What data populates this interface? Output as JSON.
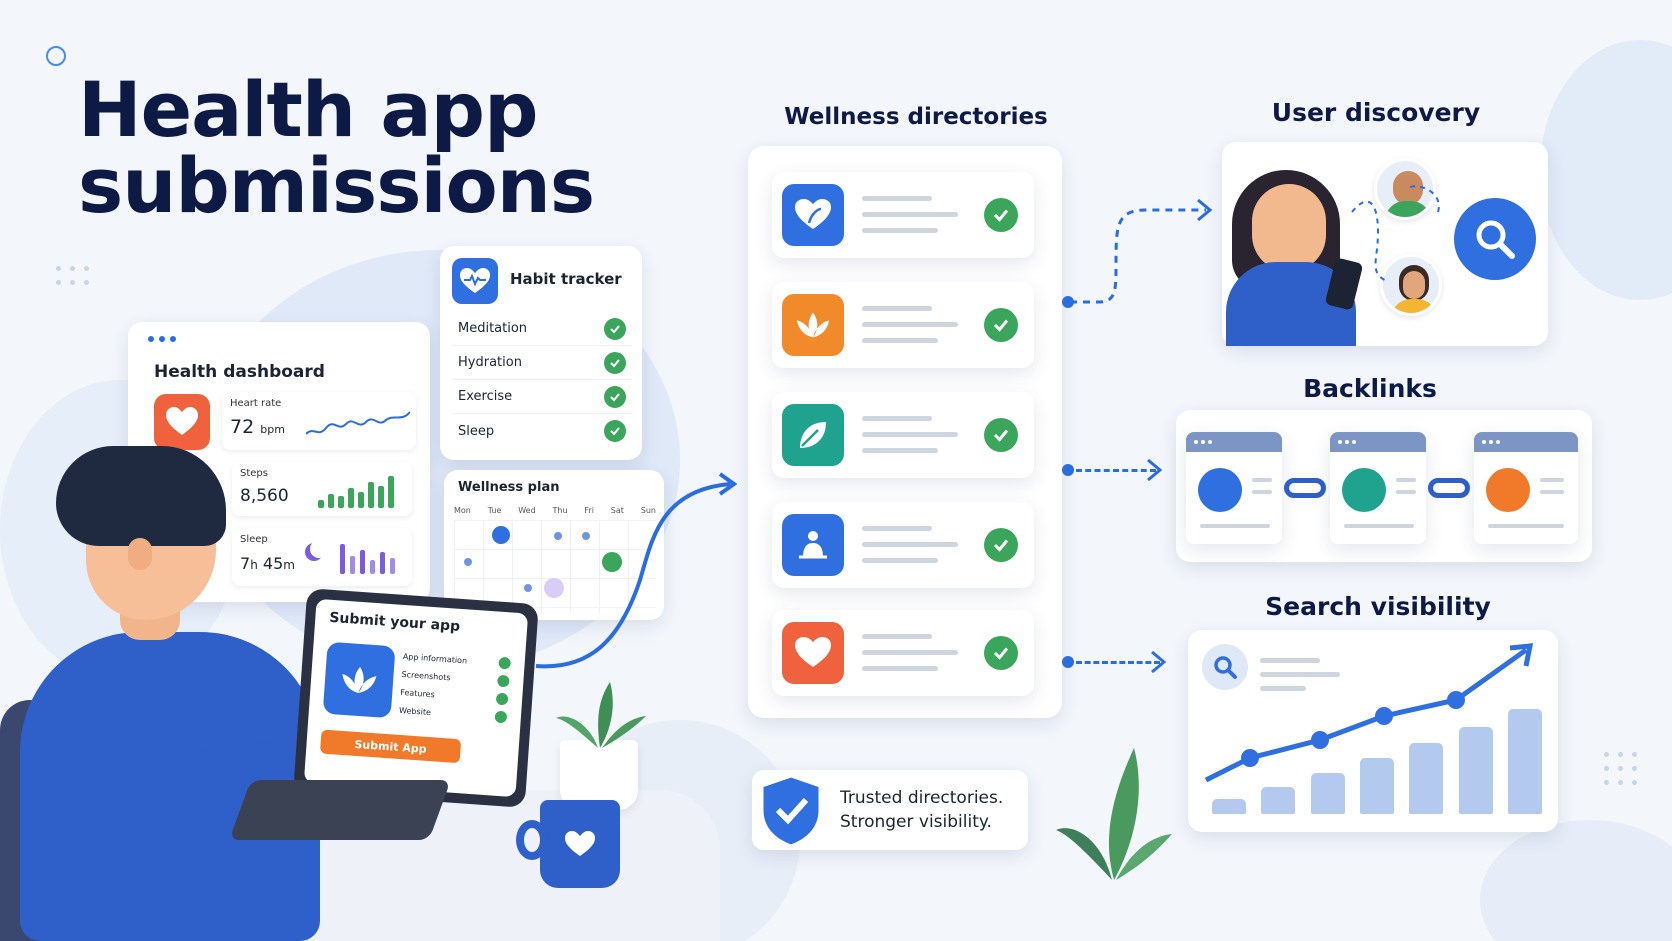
{
  "title": {
    "line1": "Health app",
    "line2": "submissions"
  },
  "health_dashboard": {
    "title": "Health dashboard",
    "heart_rate": {
      "label": "Heart rate",
      "value": "72",
      "unit": "bpm"
    },
    "steps": {
      "label": "Steps",
      "value": "8,560"
    },
    "sleep": {
      "label": "Sleep",
      "hours": "7",
      "h_unit": "h",
      "minutes": "45",
      "m_unit": "m"
    }
  },
  "habit_tracker": {
    "title": "Habit tracker",
    "items": [
      "Meditation",
      "Hydration",
      "Exercise",
      "Sleep"
    ]
  },
  "wellness_plan": {
    "title": "Wellness plan",
    "days": [
      "Mon",
      "Tue",
      "Wed",
      "Thu",
      "Fri",
      "Sat",
      "Sun"
    ]
  },
  "submit_app": {
    "title": "Submit your app",
    "fields": [
      "App information",
      "Screenshots",
      "Features",
      "Website"
    ],
    "button": "Submit App"
  },
  "wellness_directories": {
    "heading": "Wellness directories",
    "entries": [
      {
        "icon": "heart-leaf-icon",
        "color": "#2f6fe0"
      },
      {
        "icon": "lotus-icon",
        "color": "#f08a2a"
      },
      {
        "icon": "leaf-icon",
        "color": "#1fa38f"
      },
      {
        "icon": "meditation-person-icon",
        "color": "#2f6fe0"
      },
      {
        "icon": "heart-icon",
        "color": "#f0623e"
      }
    ]
  },
  "trusted": {
    "line1": "Trusted directories.",
    "line2": "Stronger visibility."
  },
  "user_discovery": {
    "heading": "User discovery"
  },
  "backlinks": {
    "heading": "Backlinks"
  },
  "search_visibility": {
    "heading": "Search visibility",
    "bars": [
      0.12,
      0.22,
      0.33,
      0.45,
      0.57,
      0.7,
      0.85
    ]
  },
  "colors": {
    "accent": "#2a6de0",
    "navy": "#0d1a45",
    "success": "#3ba55c",
    "orange": "#f07a2a"
  }
}
